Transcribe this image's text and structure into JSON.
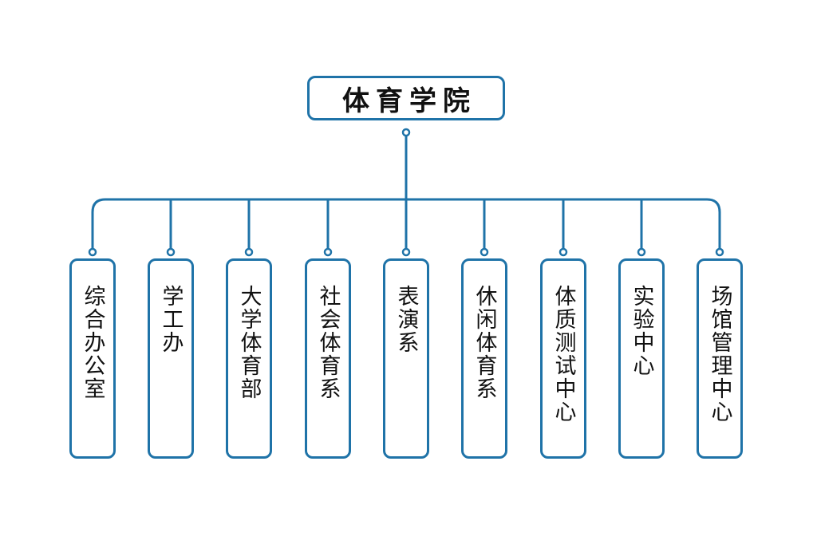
{
  "root": {
    "label": "体育学院"
  },
  "departments": [
    {
      "label": "综合办公室"
    },
    {
      "label": "学工办"
    },
    {
      "label": "大学体育部"
    },
    {
      "label": "社会体育系"
    },
    {
      "label": "表演系"
    },
    {
      "label": "休闲体育系"
    },
    {
      "label": "体质测试中心"
    },
    {
      "label": "实验中心"
    },
    {
      "label": "场馆管理中心"
    }
  ],
  "colors": {
    "line": "#1f73a8",
    "text": "#111111",
    "background": "#ffffff"
  }
}
